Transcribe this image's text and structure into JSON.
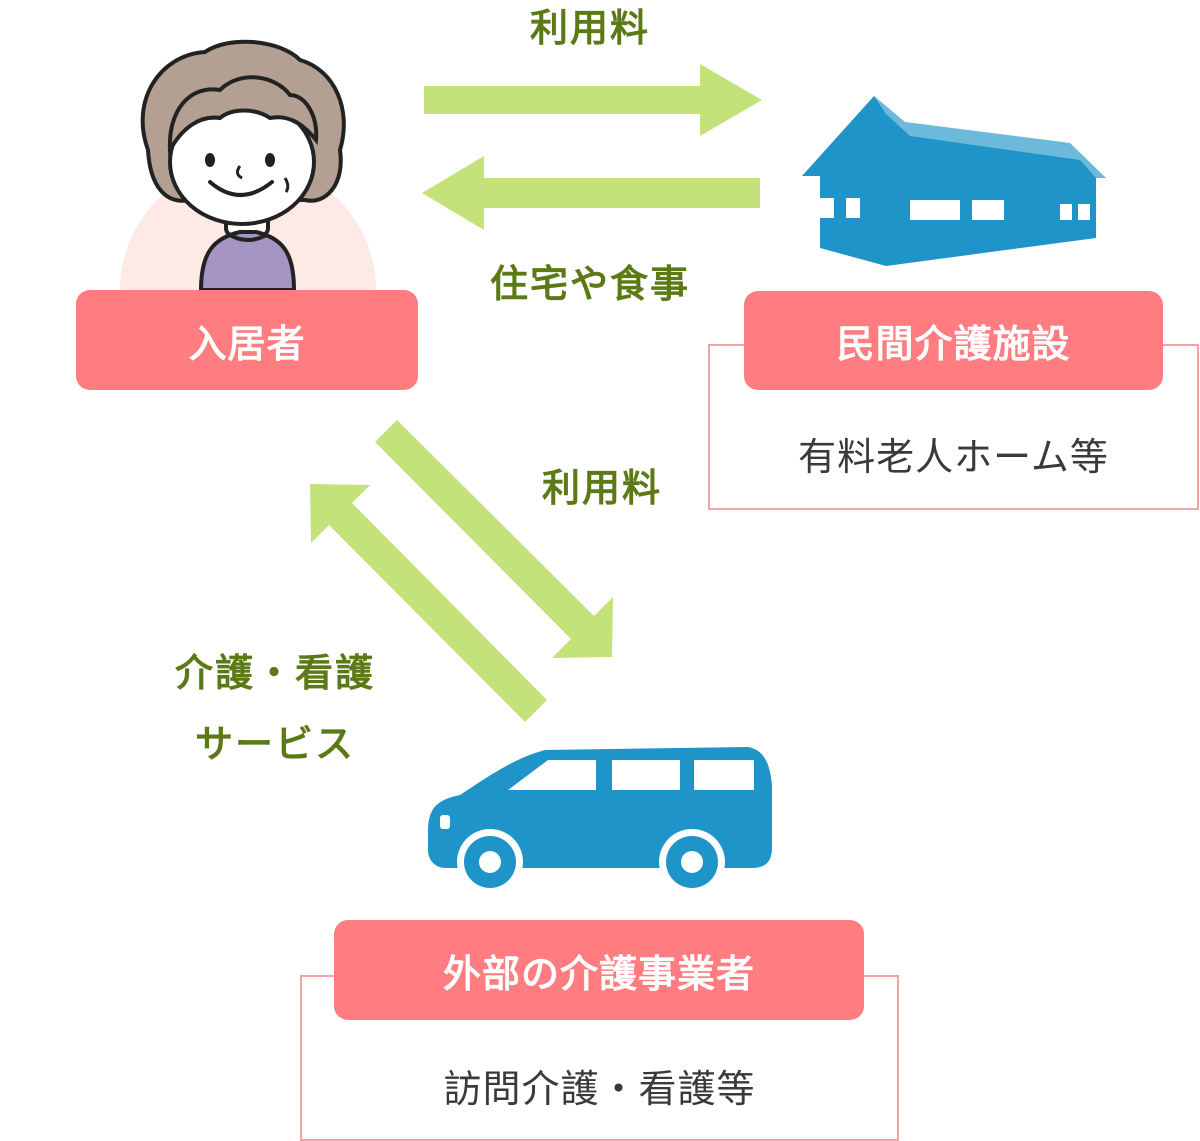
{
  "resident": {
    "label": "入居者"
  },
  "facility": {
    "label": "民間介護施設",
    "example": "有料老人ホーム等"
  },
  "provider": {
    "label": "外部の介護事業者",
    "example": "訪問介護・看護等"
  },
  "flows": {
    "fee_to_facility": "利用料",
    "housing_meals": "住宅や食事",
    "fee_to_provider": "利用料",
    "care_services_line1": "介護・看護",
    "care_services_line2": "サービス"
  },
  "colors": {
    "arrow_green": "#c4e27a",
    "text_green": "#5b7a16",
    "label_pink": "#ff7d80",
    "outline_pink": "#f3a3a8",
    "icon_blue": "#1f94c9",
    "resident_halo": "#fde9e6",
    "resident_sweater": "#a495c4",
    "resident_hair": "#b3a093"
  },
  "icons": [
    "elderly-woman-icon",
    "facility-building-icon",
    "van-icon"
  ]
}
